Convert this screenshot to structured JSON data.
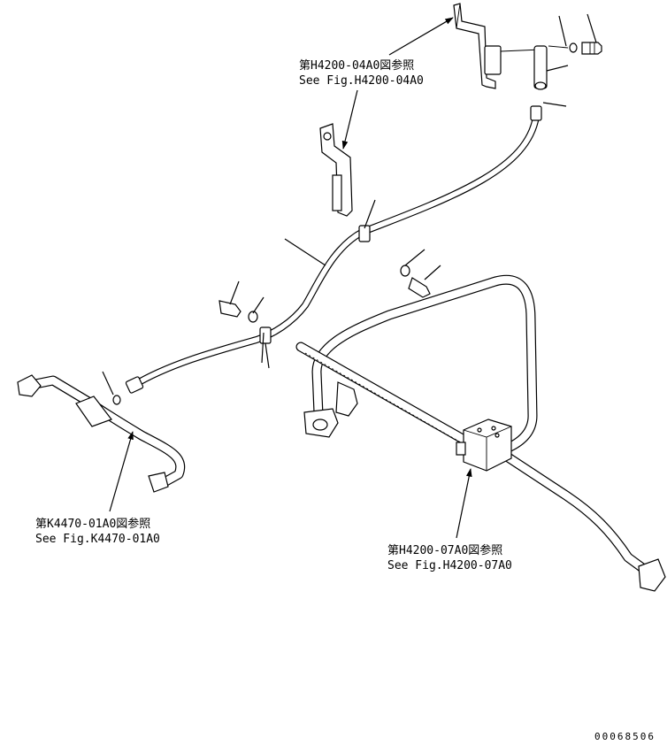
{
  "callouts": {
    "fig_h4200_04a0_jp": "第H4200-04A0図参照",
    "fig_h4200_04a0_en": "See Fig.H4200-04A0",
    "fig_k4470_01a0_jp": "第K4470-01A0図参照",
    "fig_k4470_01a0_en": "See Fig.K4470-01A0",
    "fig_h4200_07a0_jp": "第H4200-07A0図参照",
    "fig_h4200_07a0_en": "See Fig.H4200-07A0"
  },
  "drawing_number": "00068506"
}
